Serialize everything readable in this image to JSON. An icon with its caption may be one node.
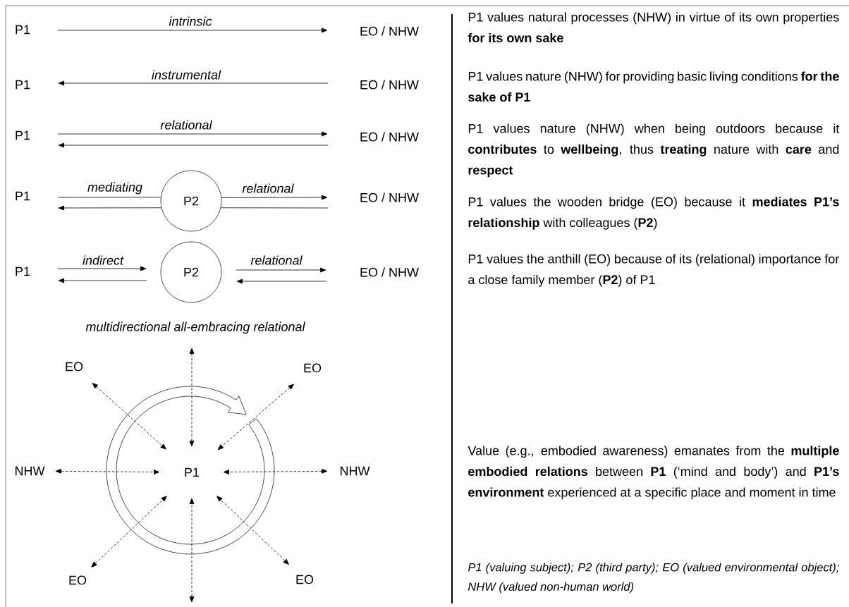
{
  "diagram": {
    "nodes": [
      {
        "text": [
          "P1"
        ]
      },
      {
        "text": [
          "EO / NHW"
        ]
      },
      {
        "text": [
          "P1"
        ]
      },
      {
        "text": [
          "EO / NHW"
        ]
      },
      {
        "text": [
          "P1"
        ]
      },
      {
        "text": [
          "EO / NHW"
        ]
      },
      {
        "text": [
          "P1"
        ]
      },
      {
        "text": [
          "P2"
        ]
      },
      {
        "text": [
          "EO / NHW"
        ]
      },
      {
        "text": [
          "P1"
        ]
      },
      {
        "text": [
          "P2"
        ]
      },
      {
        "text": [
          "EO / NHW"
        ]
      },
      {
        "text": [
          "P1"
        ]
      },
      {
        "text": [
          "EO"
        ]
      },
      {
        "text": [
          "EO"
        ]
      },
      {
        "text": [
          "NHW"
        ]
      },
      {
        "text": [
          "NHW"
        ]
      },
      {
        "text": [
          "EO"
        ]
      },
      {
        "text": [
          "EO"
        ]
      }
    ],
    "edges": [
      {
        "from": 0,
        "to": 1,
        "arrow": "to",
        "label": "intrinsic"
      },
      {
        "from": 3,
        "to": 2,
        "arrow": "to",
        "label": "instrumental"
      },
      {
        "from": 4,
        "to": 5,
        "arrow": "to",
        "label": "relational"
      },
      {
        "from": 5,
        "to": 4,
        "arrow": "to"
      },
      {
        "from": 6,
        "to": 7,
        "arrow": "none",
        "label": "mediating"
      },
      {
        "from": 7,
        "to": 8,
        "arrow": "to",
        "label": "relational"
      },
      {
        "from": 8,
        "to": 7,
        "arrow": "none"
      },
      {
        "from": 7,
        "to": 6,
        "arrow": "to"
      },
      {
        "from": 9,
        "to": 10,
        "arrow": "to",
        "label": "indirect"
      },
      {
        "from": 10,
        "to": 11,
        "arrow": "to",
        "label": "relational"
      },
      {
        "from": 10,
        "to": 9,
        "arrow": "to"
      },
      {
        "from": 11,
        "to": 10,
        "arrow": "to"
      },
      {
        "from": null,
        "to": 12,
        "arrow": "both",
        "style": "dashed"
      },
      {
        "from": 13,
        "to": 12,
        "arrow": "both",
        "style": "dashed"
      },
      {
        "from": 14,
        "to": 12,
        "arrow": "both",
        "style": "dashed"
      },
      {
        "from": 15,
        "to": 12,
        "arrow": "both",
        "style": "dashed"
      },
      {
        "from": 16,
        "to": 12,
        "arrow": "both",
        "style": "dashed"
      },
      {
        "from": 17,
        "to": 12,
        "arrow": "both",
        "style": "dashed"
      },
      {
        "from": 18,
        "to": 12,
        "arrow": "both",
        "style": "dashed"
      },
      {
        "from": null,
        "to": 12,
        "arrow": "both",
        "style": "dashed"
      }
    ],
    "labels": [
      "multidirectional all-embracing relational",
      "P1 values natural processes (NHW) in virtue of its own properties **for its own sake**",
      "P1 values nature (NHW) for providing basic living conditions **for the sake of P1**",
      "P1 values nature (NHW) when being outdoors because it **contributes** to **wellbeing**, thus **treating** nature with **care** and **respect**",
      "P1 values the wooden bridge (EO) because it **mediates P1’s relationship** with colleagues (**P2**)",
      "P1 values the anthill (EO) because of its (relational) importance for a close family member (**P2**) of P1",
      "Value (e.g., embodied awareness) emanates from the **multiple embodied relations** between **P1** (‘mind and body’) and **P1’s environment** experienced at a specific place and moment in time",
      "P1 (valuing subject); P2 (third party); EO (valued environmental object); NHW (valued non-human world)"
    ]
  }
}
